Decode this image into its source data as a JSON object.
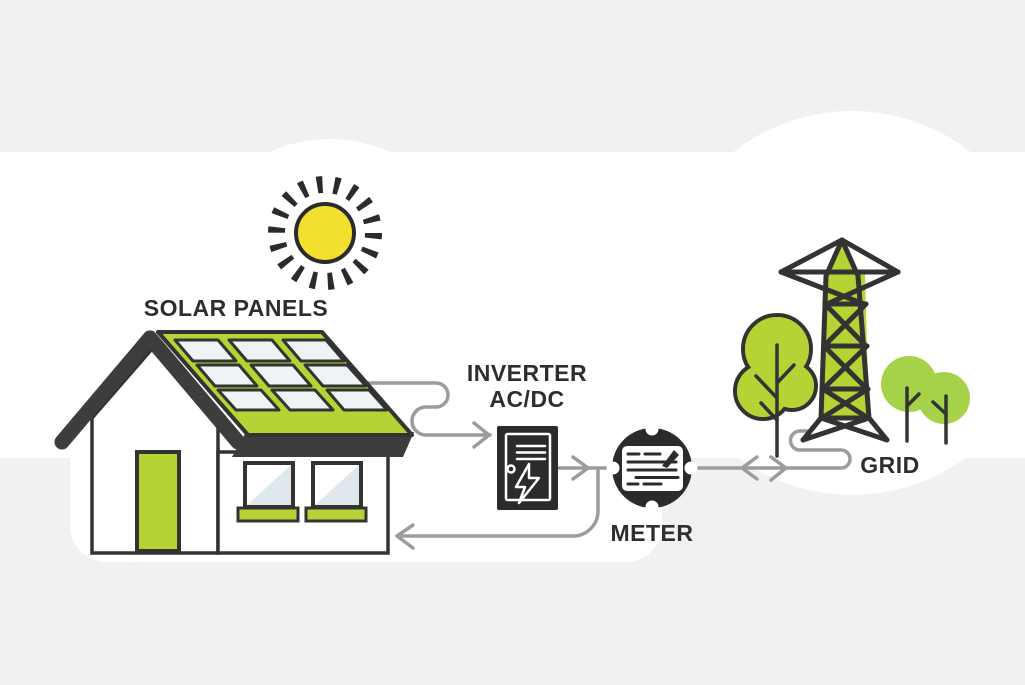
{
  "diagram": {
    "title": "Solar energy system diagram",
    "labels": {
      "solar_panels": "SOLAR PANELS",
      "inverter_line1": "INVERTER",
      "inverter_line2": "AC/DC",
      "meter": "METER",
      "grid": "GRID"
    },
    "nodes": [
      {
        "id": "sun",
        "icon": "sun-icon",
        "label": ""
      },
      {
        "id": "house",
        "icon": "house-with-solar-roof-icon",
        "label": "SOLAR PANELS"
      },
      {
        "id": "inverter",
        "icon": "inverter-box-icon",
        "label": "INVERTER AC/DC"
      },
      {
        "id": "meter",
        "icon": "meter-dial-icon",
        "label": "METER"
      },
      {
        "id": "grid",
        "icon": "transmission-tower-icon",
        "label": "GRID"
      }
    ],
    "connections": [
      {
        "from": "house-roof",
        "to": "inverter",
        "style": "serpentine",
        "direction": "one-way-right"
      },
      {
        "from": "inverter",
        "to": "meter",
        "style": "straight",
        "direction": "one-way-right"
      },
      {
        "from": "meter-junction",
        "to": "house",
        "style": "curved",
        "direction": "one-way-left"
      },
      {
        "from": "meter",
        "to": "grid",
        "style": "straight-then-serpentine",
        "direction": "two-way"
      }
    ],
    "colors": {
      "background_gray": "#f1f1f1",
      "surface_white": "#ffffff",
      "accent_green": "#b5d334",
      "tree_green_light": "#a6d249",
      "outline_dark": "#333333",
      "dark_fill": "#2b2b2b",
      "roof_fascia_dark": "#3d3d3d",
      "sun_yellow": "#f2e02e",
      "connector_gray": "#9c9c9c",
      "panel_cell": "#eef3f6",
      "window_shade": "#dfe8ec",
      "text": "#2e2e2e"
    }
  }
}
